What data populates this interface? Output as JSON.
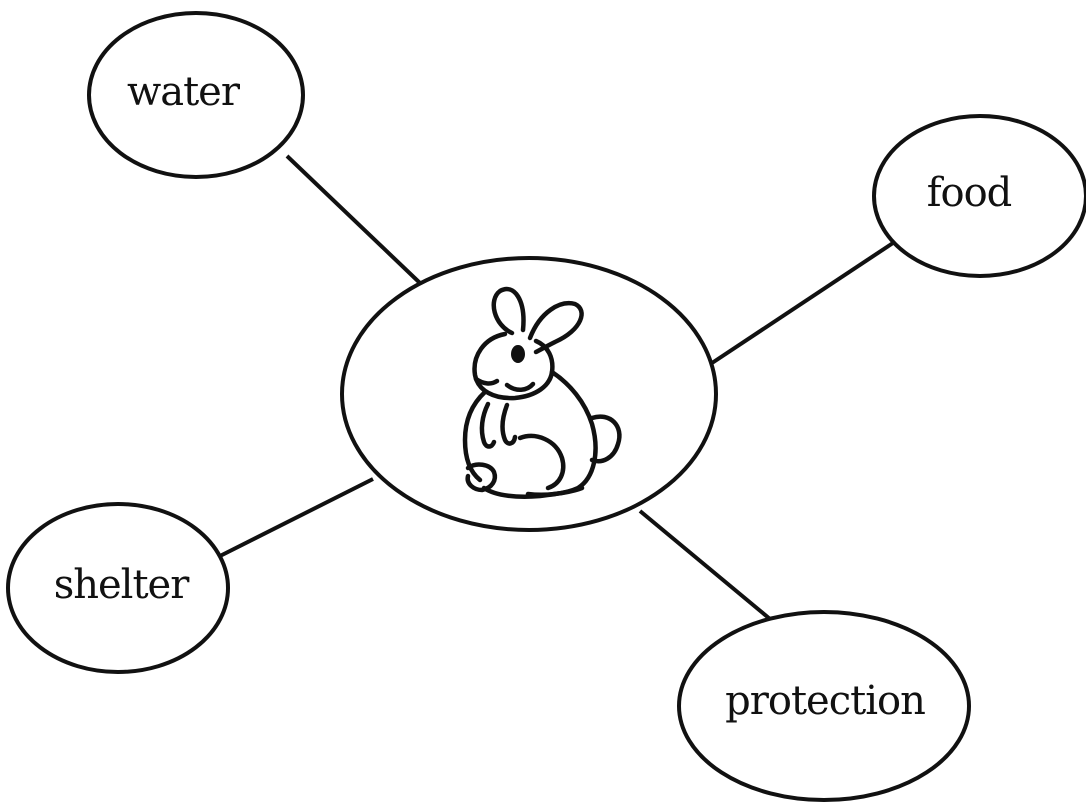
{
  "diagram": {
    "center": {
      "icon": "rabbit-icon"
    },
    "needs": [
      {
        "id": "water",
        "label": "water"
      },
      {
        "id": "food",
        "label": "food"
      },
      {
        "id": "shelter",
        "label": "shelter"
      },
      {
        "id": "protection",
        "label": "protection"
      }
    ]
  }
}
